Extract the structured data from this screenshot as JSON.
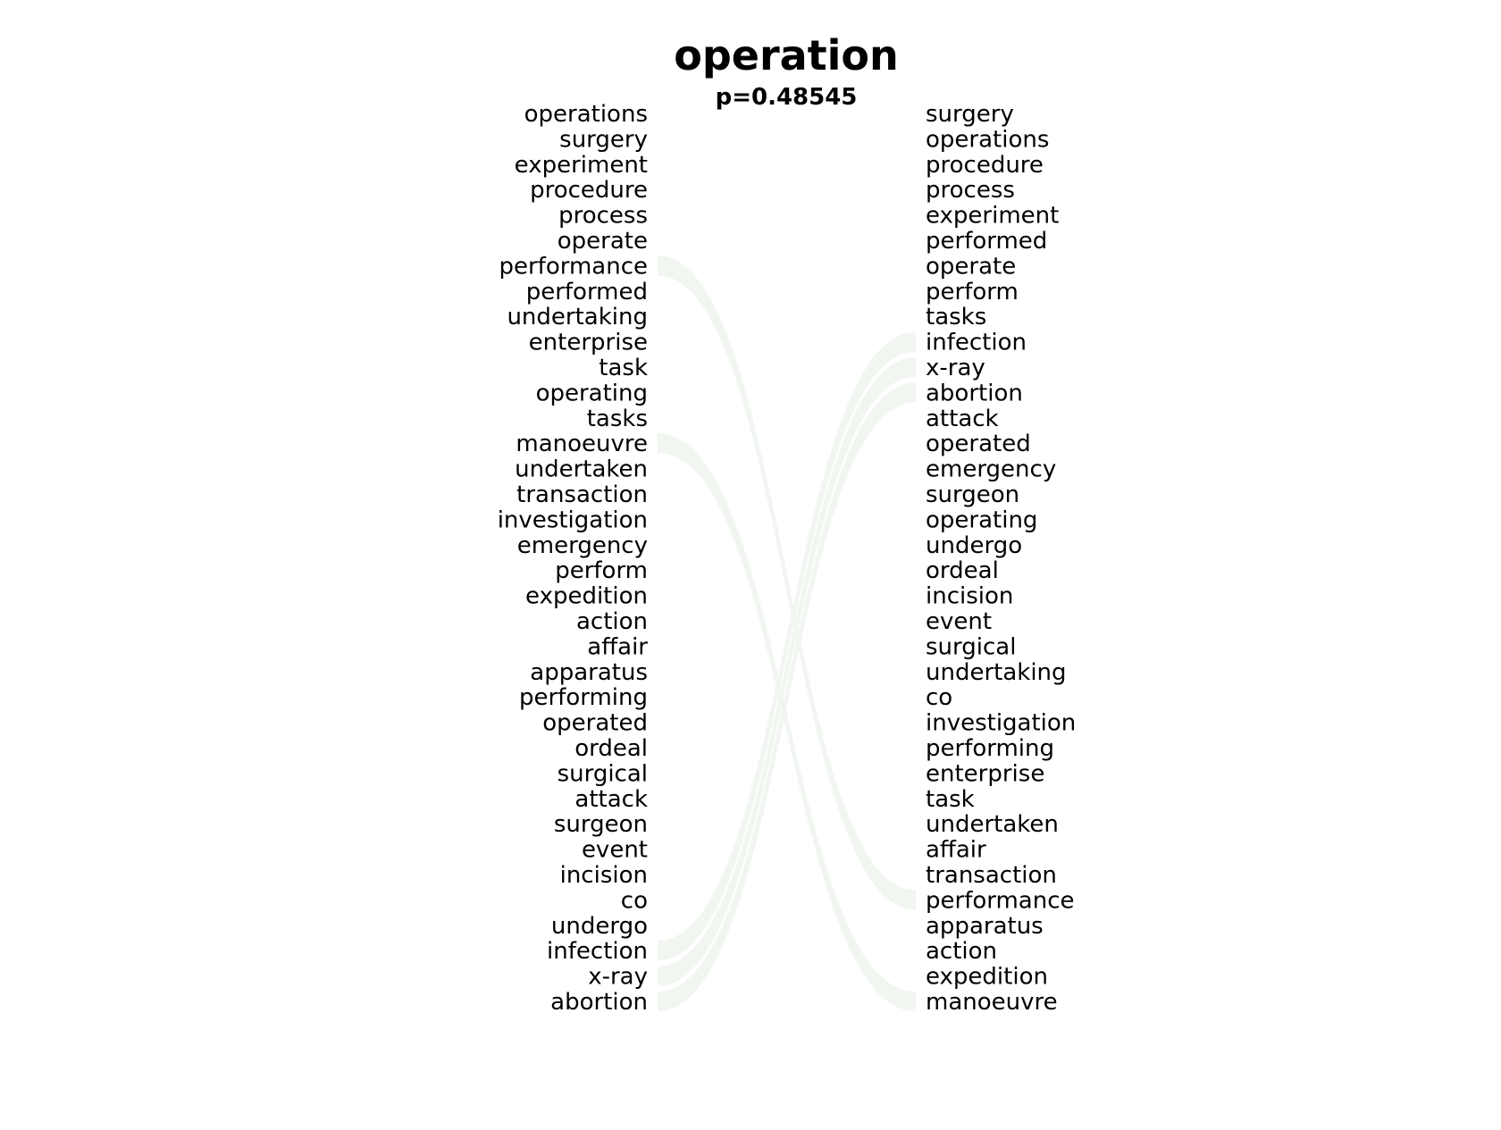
{
  "title": "operation",
  "subtitle": "p=0.48545",
  "colors": {
    "text": "#000000",
    "left_band": "#fdeef0",
    "right_band": "#eef7f1",
    "background": "#ffffff"
  },
  "left_words": [
    "operations",
    "surgery",
    "experiment",
    "procedure",
    "process",
    "operate",
    "performance",
    "performed",
    "undertaking",
    "enterprise",
    "task",
    "operating",
    "tasks",
    "manoeuvre",
    "undertaken",
    "transaction",
    "investigation",
    "emergency",
    "perform",
    "expedition",
    "action",
    "affair",
    "apparatus",
    "performing",
    "operated",
    "ordeal",
    "surgical",
    "attack",
    "surgeon",
    "event",
    "incision",
    "co",
    "undergo",
    "infection",
    "x-ray",
    "abortion"
  ],
  "right_words": [
    "surgery",
    "operations",
    "procedure",
    "process",
    "experiment",
    "performed",
    "operate",
    "perform",
    "tasks",
    "infection",
    "x-ray",
    "abortion",
    "attack",
    "operated",
    "emergency",
    "surgeon",
    "operating",
    "undergo",
    "ordeal",
    "incision",
    "event",
    "surgical",
    "undertaking",
    "co",
    "investigation",
    "performing",
    "enterprise",
    "task",
    "undertaken",
    "affair",
    "transaction",
    "performance",
    "apparatus",
    "action",
    "expedition",
    "manoeuvre"
  ],
  "highlighted_links": {
    "left_to_right": [
      "performance",
      "manoeuvre",
      "infection",
      "x-ray",
      "abortion"
    ],
    "right_to_left": [
      "infection",
      "x-ray",
      "abortion",
      "performance",
      "manoeuvre"
    ]
  }
}
